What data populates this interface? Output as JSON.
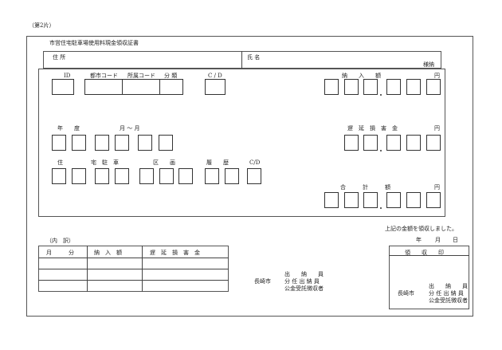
{
  "sheet": "（第2片）",
  "title": "市営住宅駐車場使用料現金領収証書",
  "header": {
    "address_label": "住 所",
    "name_label": "氏 名",
    "honorific": "様納"
  },
  "row1": {
    "id": "ID",
    "city_code": "都市コード",
    "affiliation_code": "所属コード",
    "category": "分 類",
    "cd": "C / D",
    "payment_amount": "納　　入　　額",
    "yen": "円"
  },
  "row2": {
    "year": "年　　度",
    "month_range": "月 ～ 月",
    "late_fee": "遅　延　損　害　金",
    "yen": "円"
  },
  "row3": {
    "housing": "住",
    "parking": "宅　駐　車",
    "section": "区　　画",
    "history": "履　　歴",
    "cd": "C/D",
    "total": "合　　　計　　　額",
    "yen": "円"
  },
  "receipt_note": "上記の金額を領収しました。",
  "date_labels": {
    "year": "年",
    "month": "月",
    "day": "日"
  },
  "breakdown": {
    "title": "（内　訳）",
    "headers": [
      "月　　　分",
      "納　入　額",
      "遅　延　損　害　金"
    ],
    "rows": [
      [
        "",
        "",
        ""
      ],
      [
        "",
        "",
        ""
      ],
      [
        "",
        "",
        ""
      ]
    ]
  },
  "officials_center": {
    "city": "長崎市",
    "lines": [
      "出　　納　　員",
      "分 任 出 納 員",
      "公金受託徴収者"
    ]
  },
  "stamp": {
    "title": "領　　収　　印",
    "city": "長崎市",
    "lines": [
      "出　　納　　員",
      "分 任 出 納 員",
      "公金受託徴収者"
    ]
  }
}
